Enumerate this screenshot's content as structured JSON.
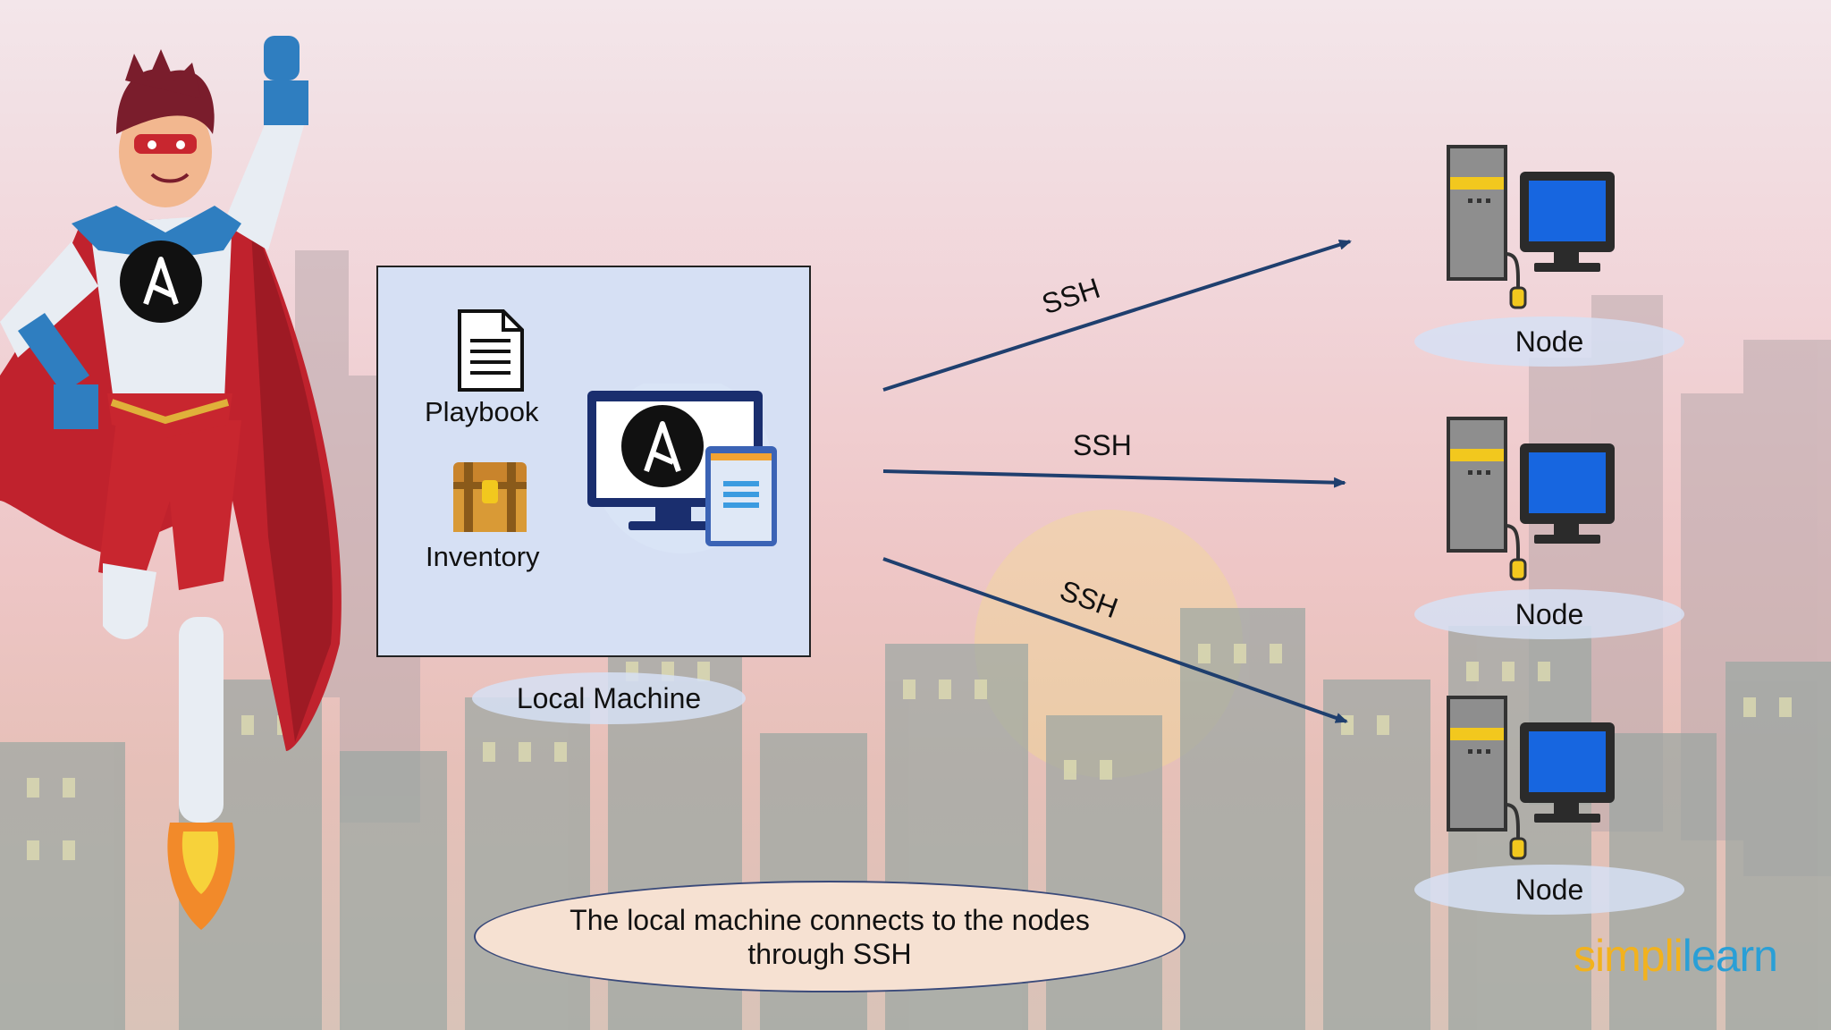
{
  "diagram": {
    "local_box": {
      "playbook_label": "Playbook",
      "inventory_label": "Inventory",
      "caption": "Local Machine"
    },
    "connections": [
      {
        "label": "SSH"
      },
      {
        "label": "SSH"
      },
      {
        "label": "SSH"
      }
    ],
    "nodes": [
      {
        "label": "Node"
      },
      {
        "label": "Node"
      },
      {
        "label": "Node"
      }
    ],
    "note": "The local machine connects to the nodes through SSH",
    "logo": {
      "part1": "simpli",
      "part2": "learn"
    },
    "colors": {
      "arrow": "#1f3f6e",
      "monitor_screen": "#1766e0",
      "tower_accent": "#f2c81e",
      "cape": "#c0222d",
      "ansible_circle": "#111111"
    },
    "icons": [
      "superhero-mascot-icon",
      "ansible-logo-icon",
      "document-icon",
      "treasure-chest-icon",
      "computer-icon",
      "monitor-icon"
    ]
  }
}
